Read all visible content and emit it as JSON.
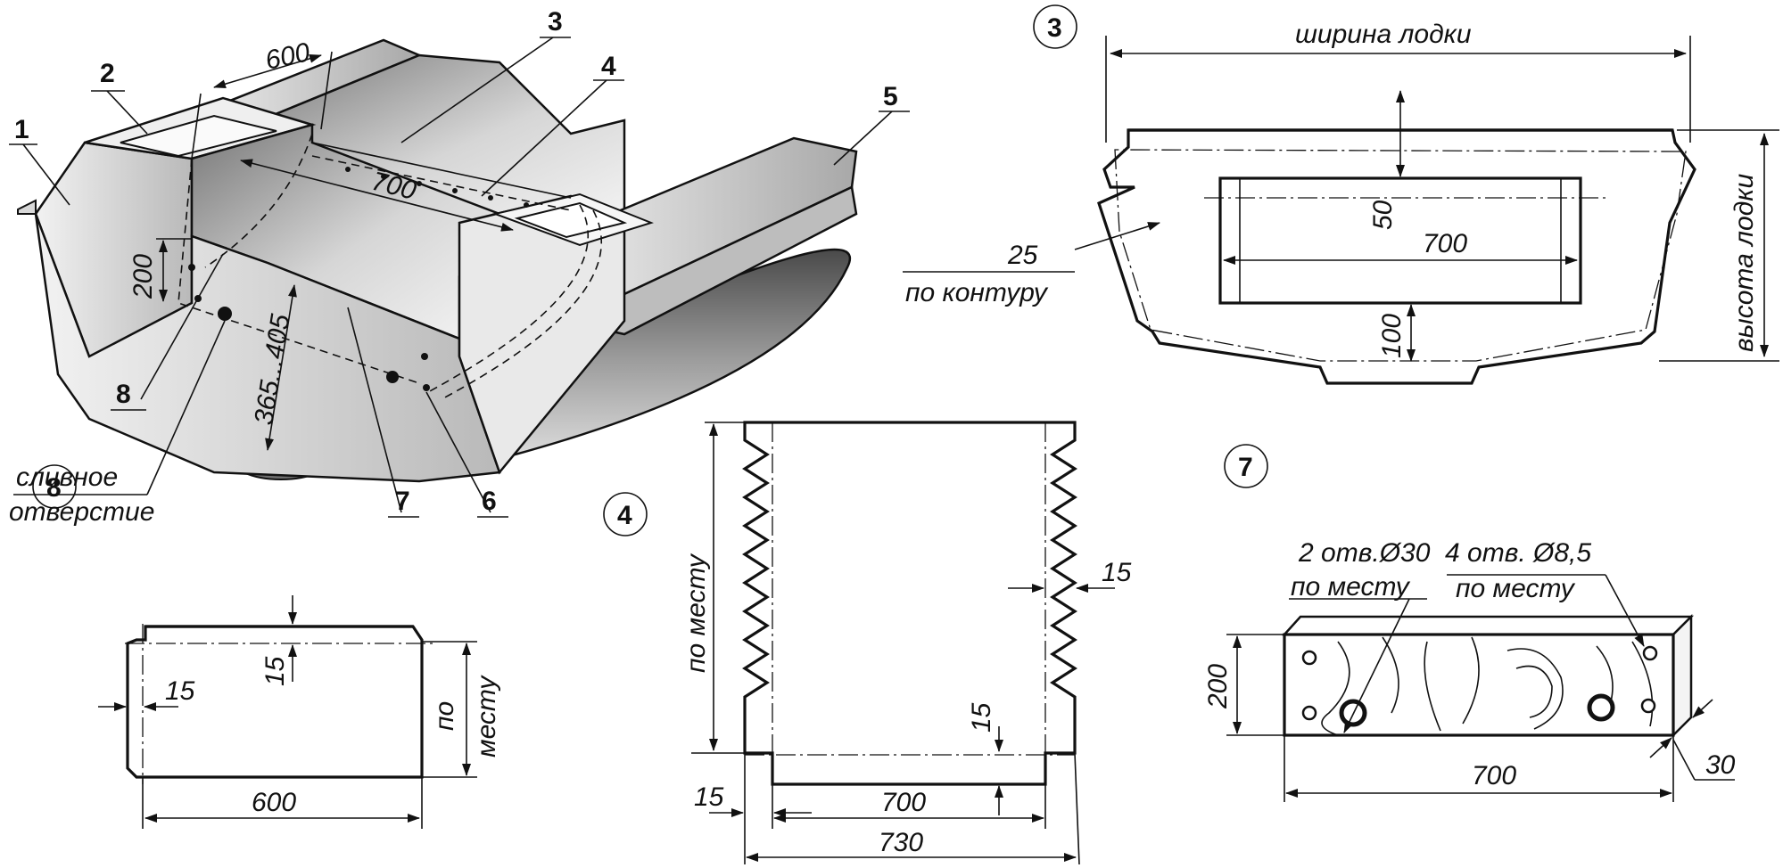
{
  "callouts": {
    "c1": "1",
    "c2": "2",
    "c3": "3",
    "c4": "4",
    "c5": "5",
    "c6": "6",
    "c7": "7",
    "c8": "8"
  },
  "main_view": {
    "dim_top": "600",
    "dim_frame": "700",
    "dim_height": "200",
    "dim_range": "365...405",
    "drain_line1": "сливное",
    "drain_line2": "отверстие"
  },
  "detail3": {
    "label": "3",
    "width_label": "ширина лодки",
    "height_label": "высота лодки",
    "dim_50": "50",
    "dim_700": "700",
    "dim_100": "100",
    "dim_25": "25",
    "contour_label": "по контуру"
  },
  "detail4": {
    "label": "4",
    "side_label": "по месту",
    "dim_15_right": "15",
    "dim_15_bottom": "15",
    "dim_15_left": "15",
    "dim_700": "700",
    "dim_730": "730"
  },
  "detail7": {
    "label": "7",
    "holes1_line1": "2 отв.Ø30",
    "holes1_line2": "по месту",
    "holes2_line1": "4 отв. Ø8,5",
    "holes2_line2": "по месту",
    "dim_200": "200",
    "dim_700": "700",
    "dim_30": "30"
  },
  "detail8": {
    "label": "8",
    "dim_15_top": "15",
    "dim_15_left": "15",
    "dim_600": "600",
    "side_line1": "по",
    "side_line2": "месту"
  },
  "colors": {
    "ink": "#111111",
    "paper": "#ffffff",
    "shade": "#c8c8c8"
  }
}
